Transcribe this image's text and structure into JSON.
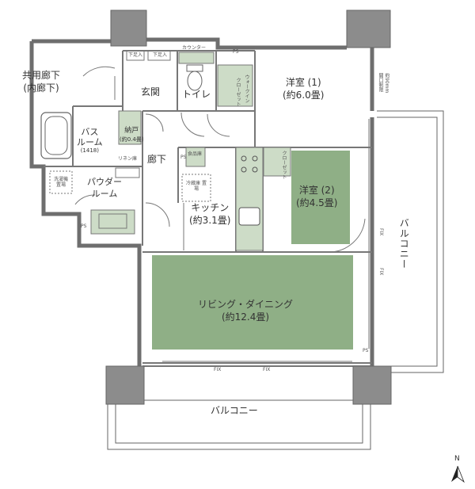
{
  "colors": {
    "room_fill": "#8faf86",
    "fixture_fill": "#cddcc7",
    "wall": "#6e6e6e",
    "pillar": "#8c8c8c",
    "line": "#555555"
  },
  "icons": [
    "north-arrow-icon",
    "bathtub-icon",
    "toilet-icon",
    "stove-icon",
    "sink-icon"
  ],
  "rooms": {
    "common_corridor": {
      "line1": "共用廊下",
      "line2": "(内廊下)"
    },
    "entrance": "玄関",
    "toilet": "トイレ",
    "western1": {
      "name": "洋室 (1)",
      "size": "(約6.0畳)"
    },
    "western2": {
      "name": "洋室 (2)",
      "size": "(約4.5畳)"
    },
    "bath": {
      "line1": "バス",
      "line2": "ルーム",
      "line3": "(1418)"
    },
    "storage": {
      "line1": "納戸",
      "line2": "(約0.4畳)"
    },
    "hallway": "廊下",
    "powder": {
      "line1": "パウダー",
      "line2": "ルーム"
    },
    "kitchen": {
      "name": "キッチン",
      "size": "(約3.1畳)"
    },
    "living": {
      "name": "リビング・ダイニング",
      "size": "(約12.4畳)"
    },
    "balcony_bottom": "バルコニー",
    "balcony_right": "バルコニー"
  },
  "small_labels": {
    "shoe1": "下足入",
    "shoe2": "下足入",
    "counter": "カウンター",
    "ps_top": "PS",
    "walkin": "ウォークイン",
    "closet1": "クローゼット",
    "closet2": "クローゼット",
    "linen": "リネン庫",
    "food": "食品庫",
    "ps_mid": "PS",
    "fridge": "冷蔵庫 置場",
    "washer": "洗濯機 置場",
    "ps_left": "PS",
    "ps_right": "PS",
    "fix1": "FIX",
    "fix2": "FIX",
    "fix_right1": "FIX",
    "fix_right2": "FIX",
    "opening": "開口制限",
    "opening_size": "約90mm",
    "north": "N"
  }
}
